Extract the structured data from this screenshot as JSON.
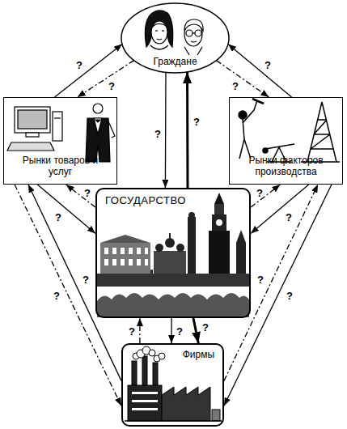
{
  "diagram": {
    "nodes": [
      {
        "text": [
          "Граждане"
        ]
      },
      {
        "text": [
          "Рынки товаров и услуг"
        ]
      },
      {
        "text": [
          "Рынки факторов производства"
        ]
      },
      {
        "text": [
          "ГОСУДАРСТВО"
        ]
      },
      {
        "text": [
          "Фирмы"
        ]
      }
    ],
    "edges": [
      {
        "from": 1,
        "to": 0,
        "label": "?",
        "arrow": "to"
      },
      {
        "from": 0,
        "to": 1,
        "label": "?",
        "arrow": "to"
      },
      {
        "from": 2,
        "to": 0,
        "label": "?",
        "arrow": "to"
      },
      {
        "from": 0,
        "to": 2,
        "label": "?",
        "arrow": "to"
      },
      {
        "from": 0,
        "to": 3,
        "label": "?",
        "arrow": "to"
      },
      {
        "from": 3,
        "to": 0,
        "label": "?",
        "arrow": "to"
      },
      {
        "from": 3,
        "to": 1,
        "label": "?",
        "arrow": "to"
      },
      {
        "from": 1,
        "to": 3,
        "label": "?",
        "arrow": "to"
      },
      {
        "from": 3,
        "to": 2,
        "label": "?",
        "arrow": "to"
      },
      {
        "from": 2,
        "to": 3,
        "label": "?",
        "arrow": "to"
      },
      {
        "from": 1,
        "to": 4,
        "label": "?",
        "arrow": "to"
      },
      {
        "from": 4,
        "to": 1,
        "label": "?",
        "arrow": "to"
      },
      {
        "from": 4,
        "to": 2,
        "label": "?",
        "arrow": "to"
      },
      {
        "from": 2,
        "to": 4,
        "label": "?",
        "arrow": "to"
      },
      {
        "from": 4,
        "to": 3,
        "label": "?",
        "arrow": "to"
      },
      {
        "from": 3,
        "to": 4,
        "label": "?",
        "arrow": "to"
      },
      {
        "from": 3,
        "to": 4,
        "label": "?",
        "arrow": "to"
      }
    ]
  }
}
